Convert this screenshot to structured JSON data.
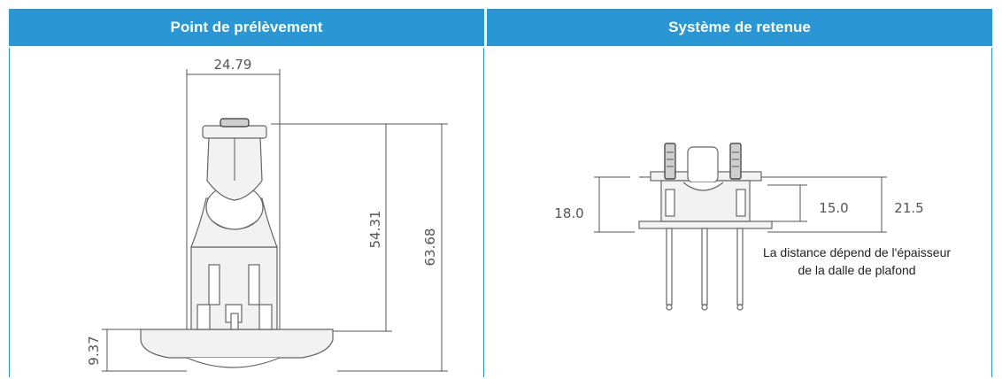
{
  "headers": {
    "left": "Point de prélèvement",
    "right": "Système de retenue"
  },
  "left_dimensions": {
    "width": "24.79",
    "height_inner": "54.31",
    "height_total": "63.68",
    "base": "9.37"
  },
  "right_dimensions": {
    "left": "18.0",
    "middle": "15.0",
    "right": "21.5"
  },
  "note": {
    "line1": "La distance dépend de l'épaisseur",
    "line2": "de la dalle de plafond"
  },
  "colors": {
    "header_bg": "#2a96d4",
    "header_text": "#ffffff"
  }
}
